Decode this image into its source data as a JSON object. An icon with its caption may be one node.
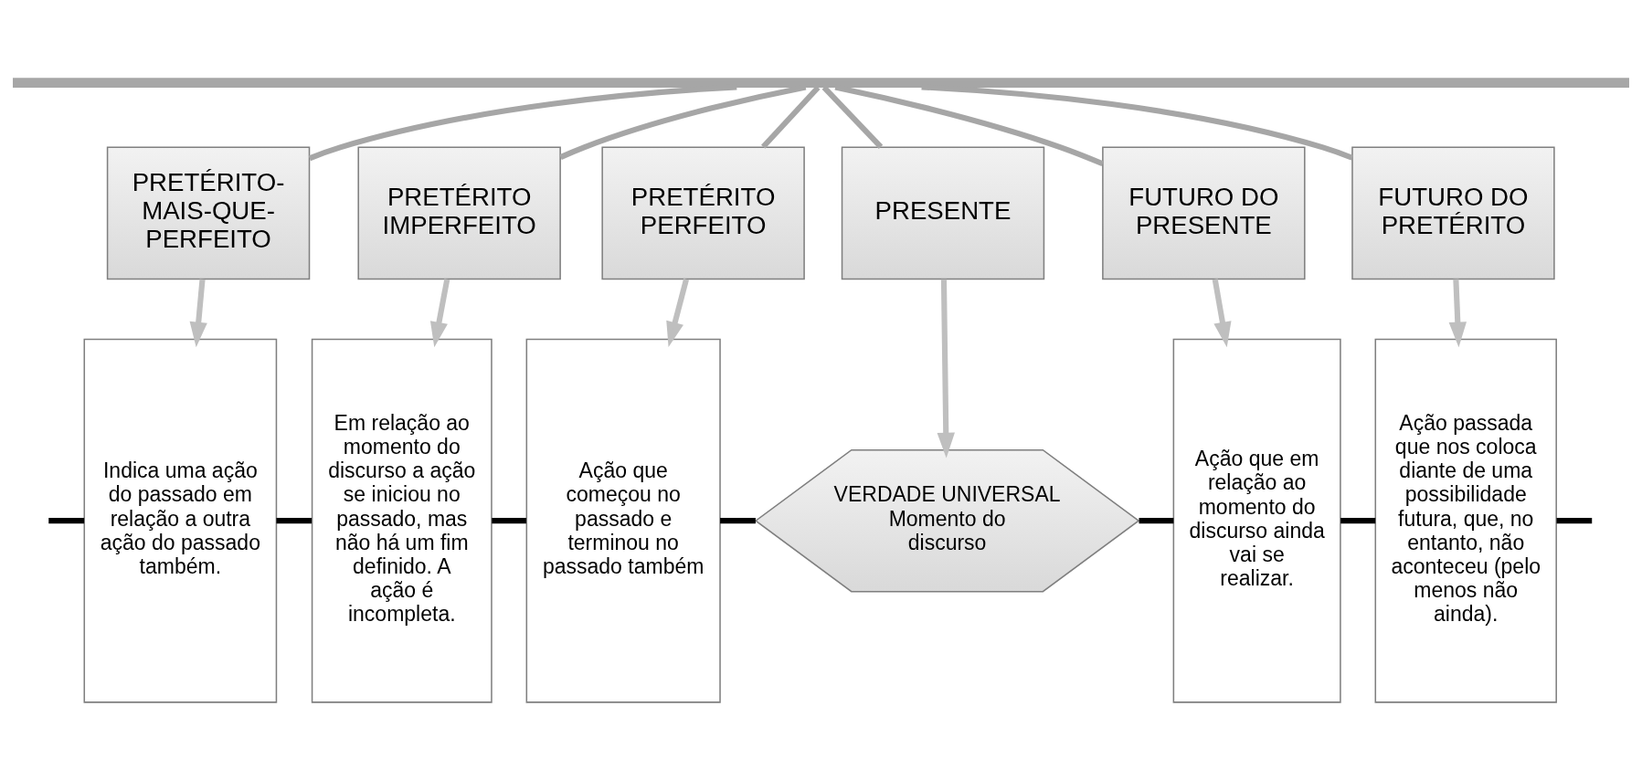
{
  "diagram": {
    "nodes": [
      {
        "text": [],
        "shape": "bar"
      },
      {
        "text": [
          "PRETÉRITO-MAIS-QUE-PERFEITO"
        ]
      },
      {
        "text": [
          "PRETÉRITO IMPERFEITO"
        ]
      },
      {
        "text": [
          "PRETÉRITO PERFEITO"
        ]
      },
      {
        "text": [
          "PRESENTE"
        ]
      },
      {
        "text": [
          "FUTURO DO PRESENTE"
        ]
      },
      {
        "text": [
          "FUTURO DO PRETÉRITO"
        ]
      },
      {
        "text": [
          "Indica uma ação do passado em relação a outra ação do passado também."
        ]
      },
      {
        "text": [
          "Em relação ao momento do discurso a ação se iniciou no passado, mas não há um fim definido. A ação é incompleta."
        ]
      },
      {
        "text": [
          "Ação que começou no passado e terminou no passado também"
        ]
      },
      {
        "text": [
          "VERDADE UNIVERSAL",
          "Momento do discurso"
        ]
      },
      {
        "text": [
          "Ação que em relação ao momento do discurso ainda vai se realizar."
        ]
      },
      {
        "text": [
          "Ação passada que nos coloca diante de uma possibilidade futura, que, no entanto, não aconteceu (pelo menos não ainda)."
        ]
      }
    ],
    "edges": [
      {
        "from": 0,
        "to": 1,
        "arrow": "none",
        "color": "#a6a6a6"
      },
      {
        "from": 0,
        "to": 2,
        "arrow": "none",
        "color": "#a6a6a6"
      },
      {
        "from": 0,
        "to": 3,
        "arrow": "none",
        "color": "#a6a6a6"
      },
      {
        "from": 0,
        "to": 4,
        "arrow": "none",
        "color": "#a6a6a6"
      },
      {
        "from": 0,
        "to": 5,
        "arrow": "none",
        "color": "#a6a6a6"
      },
      {
        "from": 0,
        "to": 6,
        "arrow": "none",
        "color": "#a6a6a6"
      },
      {
        "from": 1,
        "to": 7,
        "arrow": "to",
        "color": "#bfbfbf"
      },
      {
        "from": 2,
        "to": 8,
        "arrow": "to",
        "color": "#bfbfbf"
      },
      {
        "from": 3,
        "to": 9,
        "arrow": "to",
        "color": "#bfbfbf"
      },
      {
        "from": 4,
        "to": 10,
        "arrow": "to",
        "color": "#bfbfbf"
      },
      {
        "from": 5,
        "to": 11,
        "arrow": "to",
        "color": "#bfbfbf"
      },
      {
        "from": 6,
        "to": 12,
        "arrow": "to",
        "color": "#bfbfbf"
      },
      {
        "from": null,
        "to": 7,
        "arrow": "none"
      },
      {
        "from": 7,
        "to": 8,
        "arrow": "none"
      },
      {
        "from": 8,
        "to": 9,
        "arrow": "none"
      },
      {
        "from": 9,
        "to": 10,
        "arrow": "none"
      },
      {
        "from": 10,
        "to": 11,
        "arrow": "none"
      },
      {
        "from": 11,
        "to": 12,
        "arrow": "none"
      },
      {
        "from": 12,
        "to": null,
        "arrow": "none"
      }
    ]
  }
}
